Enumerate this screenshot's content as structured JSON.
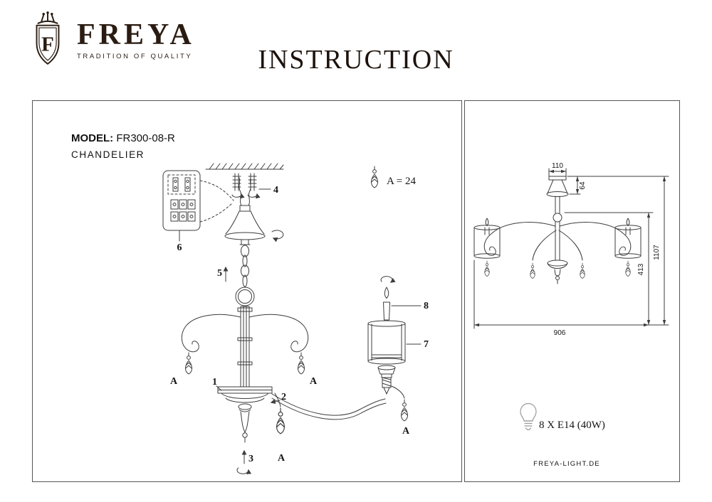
{
  "colors": {
    "ink": "#2a1c12",
    "line": "#3c3c3c",
    "panel_border": "#555555"
  },
  "header": {
    "logo": {
      "letter": "F",
      "brand": "FREYA",
      "tagline": "TRADITION OF QUALITY"
    },
    "title": "INSTRUCTION"
  },
  "left_panel": {
    "model_label": "MODEL:",
    "model_value": "FR300-08-R",
    "product_type": "CHANDELIER",
    "crystal_note": "A = 24",
    "crystal_label": "A",
    "parts": {
      "p1": "1",
      "p2": "2",
      "p3": "3",
      "p4": "4",
      "p5": "5",
      "p6": "6",
      "p7": "7",
      "p8": "8"
    }
  },
  "right_panel": {
    "dimensions": {
      "top_width": "110",
      "canopy_height": "64",
      "body_height": "413",
      "total_height": "1107",
      "width": "906"
    },
    "bulb_spec": "8 X E14 (40W)",
    "website": "FREYA-LIGHT.DE"
  }
}
